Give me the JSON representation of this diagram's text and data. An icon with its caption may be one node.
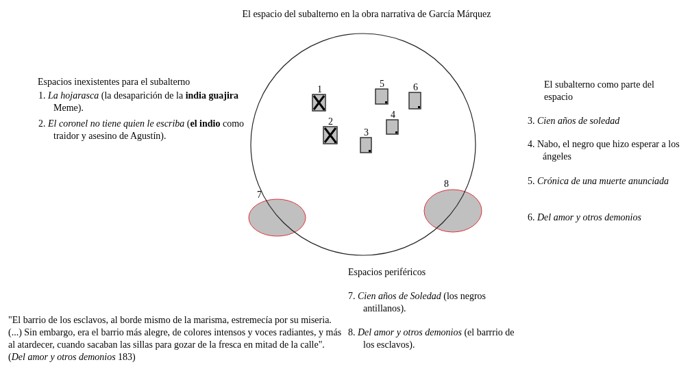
{
  "diagram": {
    "title": "El espacio del subalterno en la obra narrativa de García Márquez",
    "nodes": [
      {
        "text": [],
        "shape": "circle"
      },
      {
        "text": [],
        "shape": "box",
        "beside": [
          "1"
        ],
        "in": 0
      },
      {
        "text": [],
        "shape": "box",
        "beside": [
          "2"
        ],
        "in": 0
      },
      {
        "text": [],
        "shape": "box",
        "beside": [
          "3"
        ],
        "in": 0
      },
      {
        "text": [],
        "shape": "box",
        "beside": [
          "4"
        ],
        "in": 0
      },
      {
        "text": [],
        "shape": "box",
        "beside": [
          "5"
        ],
        "in": 0
      },
      {
        "text": [],
        "shape": "box",
        "beside": [
          "6"
        ],
        "in": 0
      },
      {
        "text": [],
        "shape": "ellipse",
        "beside": [
          "7"
        ]
      },
      {
        "text": [],
        "shape": "ellipse",
        "beside": [
          "8"
        ]
      }
    ],
    "edges": [],
    "labels": [
      "Espacios inexistentes  para el subalterno",
      "1. *La hojarasca* (la desaparición de la **india guajira** Meme).",
      "2. *El coronel no tiene quien le escriba* (**el indio** como traidor y asesino de Agustín).",
      "El subalterno como parte del espacio",
      "3. *Cien años de soledad*",
      "4. Nabo, el negro que hizo esperar a los ángeles",
      "5. *Crónica de una muerte anunciada*",
      "6. *Del amor y otros demonios*",
      "Espacios periféricos",
      "7. *Cien años de Soledad* (los negros antillanos).",
      "8. *Del amor y otros demonios* (el barrrio de los esclavos).",
      "\"El barrio de los esclavos, al borde mismo de la marisma, estremecía por su miseria. (...) Sin embargo, era el barrio más alegre, de colores intensos y voces radiantes, y más al atardecer, cuando sacaban las sillas para gozar de la fresca en mitad de la calle\". (*Del amor y otros demonios* 183)"
    ]
  }
}
